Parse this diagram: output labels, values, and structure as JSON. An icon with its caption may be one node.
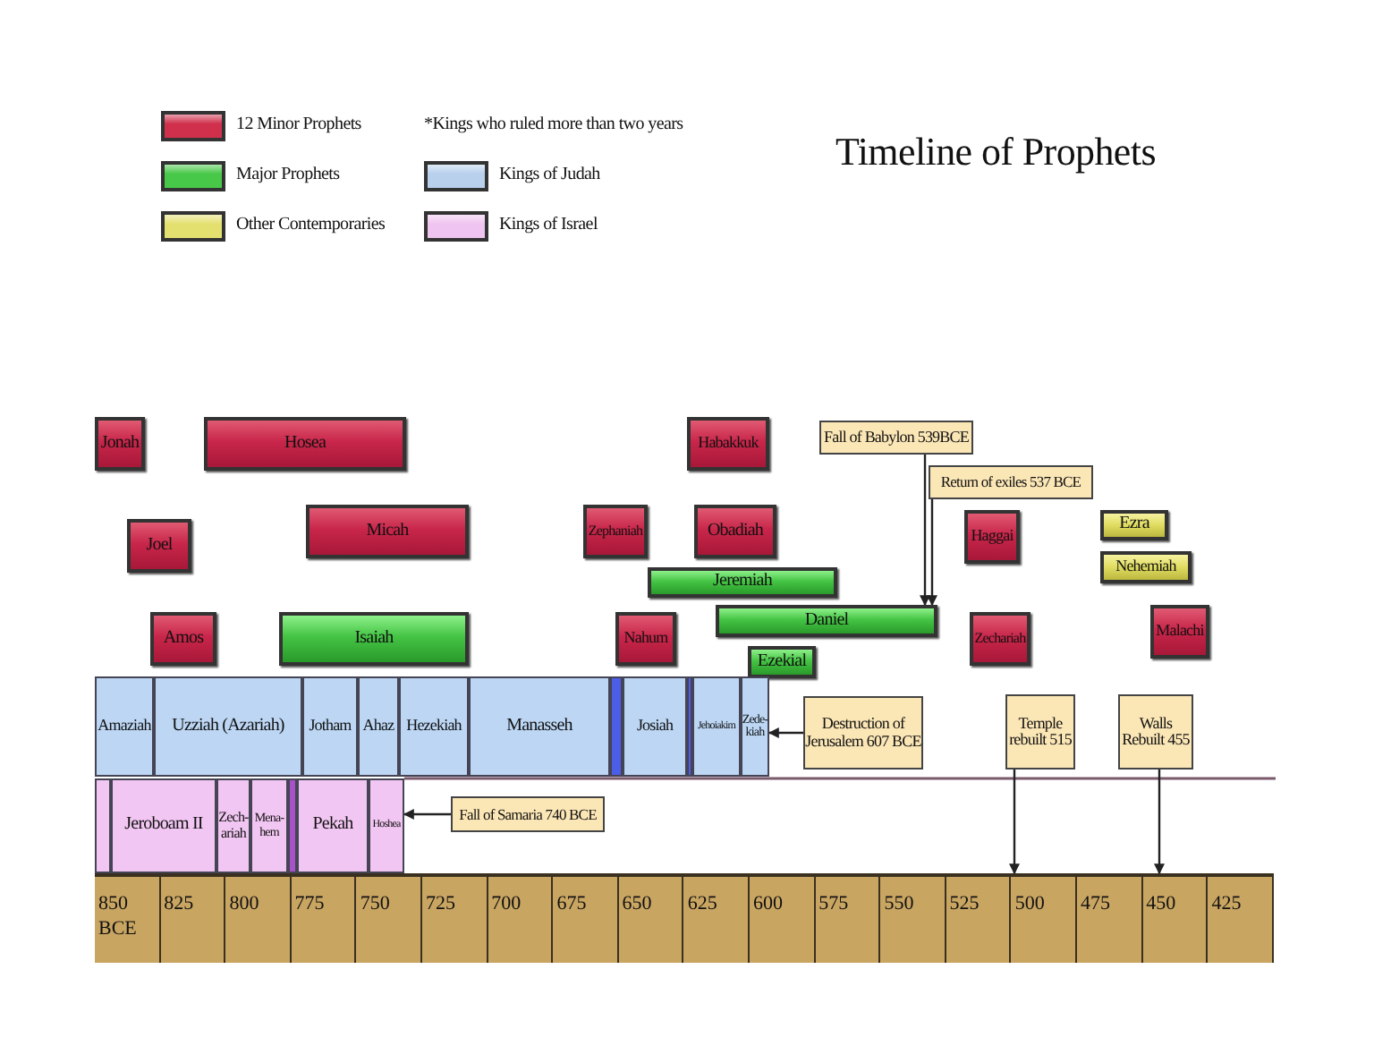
{
  "diagram": {
    "title": "Timeline of Prophets",
    "nodes": [
      {
        "text": [
          "Jonah"
        ]
      },
      {
        "text": [
          "Hosea"
        ]
      },
      {
        "text": [
          "Joel"
        ]
      },
      {
        "text": [
          "Micah"
        ]
      },
      {
        "text": [
          "Amos"
        ]
      },
      {
        "text": [
          "Isaiah"
        ]
      },
      {
        "text": [
          "Habakkuk"
        ]
      },
      {
        "text": [
          "Zephaniah"
        ]
      },
      {
        "text": [
          "Obadiah"
        ]
      },
      {
        "text": [
          "Jeremiah"
        ]
      },
      {
        "text": [
          "Nahum"
        ]
      },
      {
        "text": [
          "Daniel"
        ]
      },
      {
        "text": [
          "Ezekial"
        ]
      },
      {
        "text": [
          "Haggai"
        ]
      },
      {
        "text": [
          "Zechariah"
        ]
      },
      {
        "text": [
          "Ezra"
        ]
      },
      {
        "text": [
          "Nehemiah"
        ]
      },
      {
        "text": [
          "Malachi"
        ]
      },
      {
        "text": [
          "Fall of Babylon 539BCE"
        ]
      },
      {
        "text": [
          "Return of exiles 537 BCE"
        ]
      },
      {
        "text": [
          "Destruction of Jerusalem 607 BCE"
        ]
      },
      {
        "text": [
          "Temple rebuilt 515"
        ]
      },
      {
        "text": [
          "Walls Rebuilt 455"
        ]
      },
      {
        "text": [
          "Amaziah"
        ]
      },
      {
        "text": [
          "Uzziah (Azariah)"
        ]
      },
      {
        "text": [
          "Jotham"
        ]
      },
      {
        "text": [
          "Ahaz"
        ]
      },
      {
        "text": [
          "Hezekiah"
        ]
      },
      {
        "text": [
          "Manasseh"
        ]
      },
      {
        "text": [],
        "shape": "bar"
      },
      {
        "text": [
          "Josiah"
        ]
      },
      {
        "text": [],
        "shape": "bar"
      },
      {
        "text": [
          "Jehoiakim"
        ]
      },
      {
        "text": [
          "Zede- kiah"
        ]
      },
      {
        "text": [],
        "shape": "bar"
      },
      {
        "text": [
          "Jeroboam II"
        ]
      },
      {
        "text": [
          "Zech- ariah"
        ]
      },
      {
        "text": [
          "Mena- hem"
        ]
      },
      {
        "text": [],
        "shape": "bar"
      },
      {
        "text": [
          "Pekah"
        ]
      },
      {
        "text": [
          "Hoshea"
        ]
      },
      {
        "text": [
          "Fall of Samaria 740 BCE"
        ]
      },
      {
        "text": [
          "850 BCE"
        ]
      },
      {
        "text": [
          "825"
        ]
      },
      {
        "text": [
          "800"
        ]
      },
      {
        "text": [
          "775"
        ]
      },
      {
        "text": [
          "750"
        ]
      },
      {
        "text": [
          "725"
        ]
      },
      {
        "text": [
          "700"
        ]
      },
      {
        "text": [
          "675"
        ]
      },
      {
        "text": [
          "650"
        ]
      },
      {
        "text": [
          "625"
        ]
      },
      {
        "text": [
          "600"
        ]
      },
      {
        "text": [
          "575"
        ]
      },
      {
        "text": [
          "550"
        ]
      },
      {
        "text": [
          "525"
        ]
      },
      {
        "text": [
          "500"
        ]
      },
      {
        "text": [
          "475"
        ]
      },
      {
        "text": [
          "450"
        ]
      },
      {
        "text": [
          "425"
        ]
      }
    ],
    "edges": [
      {
        "from": 18,
        "to": 11,
        "arrow": "to"
      },
      {
        "from": 19,
        "to": 11,
        "arrow": "to"
      },
      {
        "from": 20,
        "to": 33,
        "arrow": "to"
      },
      {
        "from": 21,
        "to": 56,
        "arrow": "to"
      },
      {
        "from": 22,
        "to": 58,
        "arrow": "to"
      },
      {
        "from": 41,
        "to": 40,
        "arrow": "to"
      }
    ],
    "labels": [
      "*Kings who ruled more than two years"
    ],
    "legend": [
      {
        "text": "12 Minor Prophets",
        "color": "#d0304c"
      },
      {
        "text": "Major Prophets",
        "color": "#48c848"
      },
      {
        "text": "Other Contemporaries",
        "color": "#e4e070"
      },
      {
        "text": "Kings of Judah",
        "color": "#b8d0ec"
      },
      {
        "text": "Kings of Israel",
        "color": "#f0c4f0"
      }
    ]
  }
}
